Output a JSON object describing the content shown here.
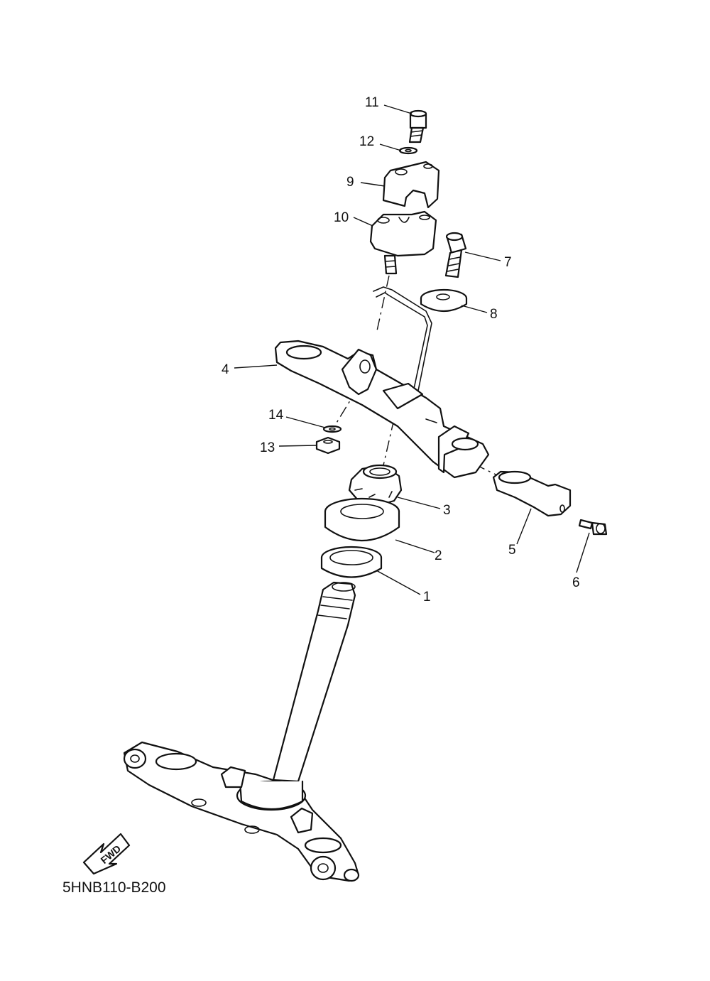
{
  "diagram": {
    "code": "5HNB110-B200",
    "direction_label": "FWD",
    "callouts": {
      "c1": "1",
      "c2": "2",
      "c3": "3",
      "c4": "4",
      "c5": "5",
      "c6": "6",
      "c7": "7",
      "c8": "8",
      "c9": "9",
      "c10": "10",
      "c11": "11",
      "c12": "12",
      "c13": "13",
      "c14": "14"
    }
  }
}
